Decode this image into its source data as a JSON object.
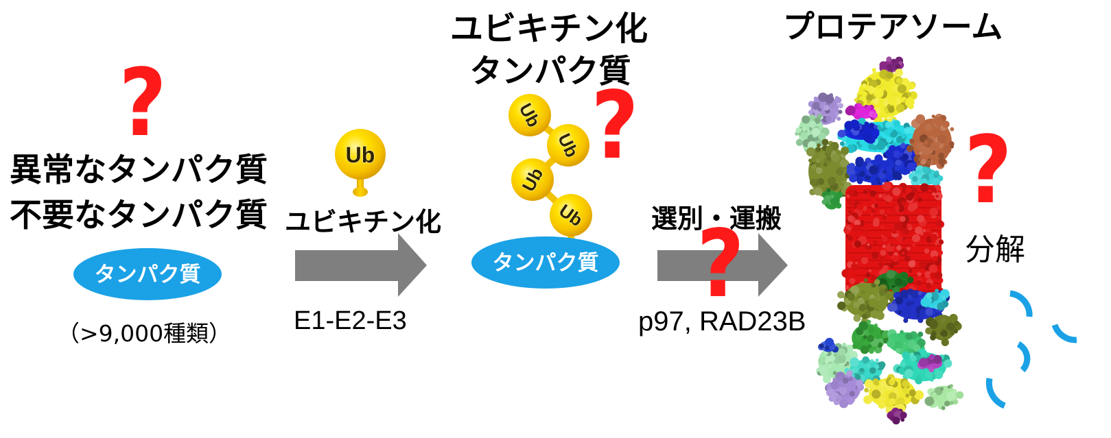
{
  "marks": {
    "question": "?"
  },
  "substrate": {
    "labels": [
      "異常なタンパク質",
      "不要なタンパク質"
    ],
    "protein_label": "タンパク質",
    "count_note": "（>9,000種類）"
  },
  "ubiquitination": {
    "label": "ユビキチン化",
    "enzymes": "E1-E2-E3",
    "ub_label": "Ub"
  },
  "ubiquitinated_protein": {
    "title": [
      "ユビキチン化",
      "タンパク質"
    ],
    "protein_label": "タンパク質"
  },
  "transport": {
    "label": "選別・運搬",
    "factors": "p97, RAD23B"
  },
  "proteasome": {
    "title": "プロテアソーム",
    "action": "分解"
  },
  "colors": {
    "question_mark": "#ff1a1a",
    "protein": "#1aa1e6",
    "arrow": "#7f7f7f",
    "ubiquitin": "#f2c200",
    "text": "#000000"
  }
}
